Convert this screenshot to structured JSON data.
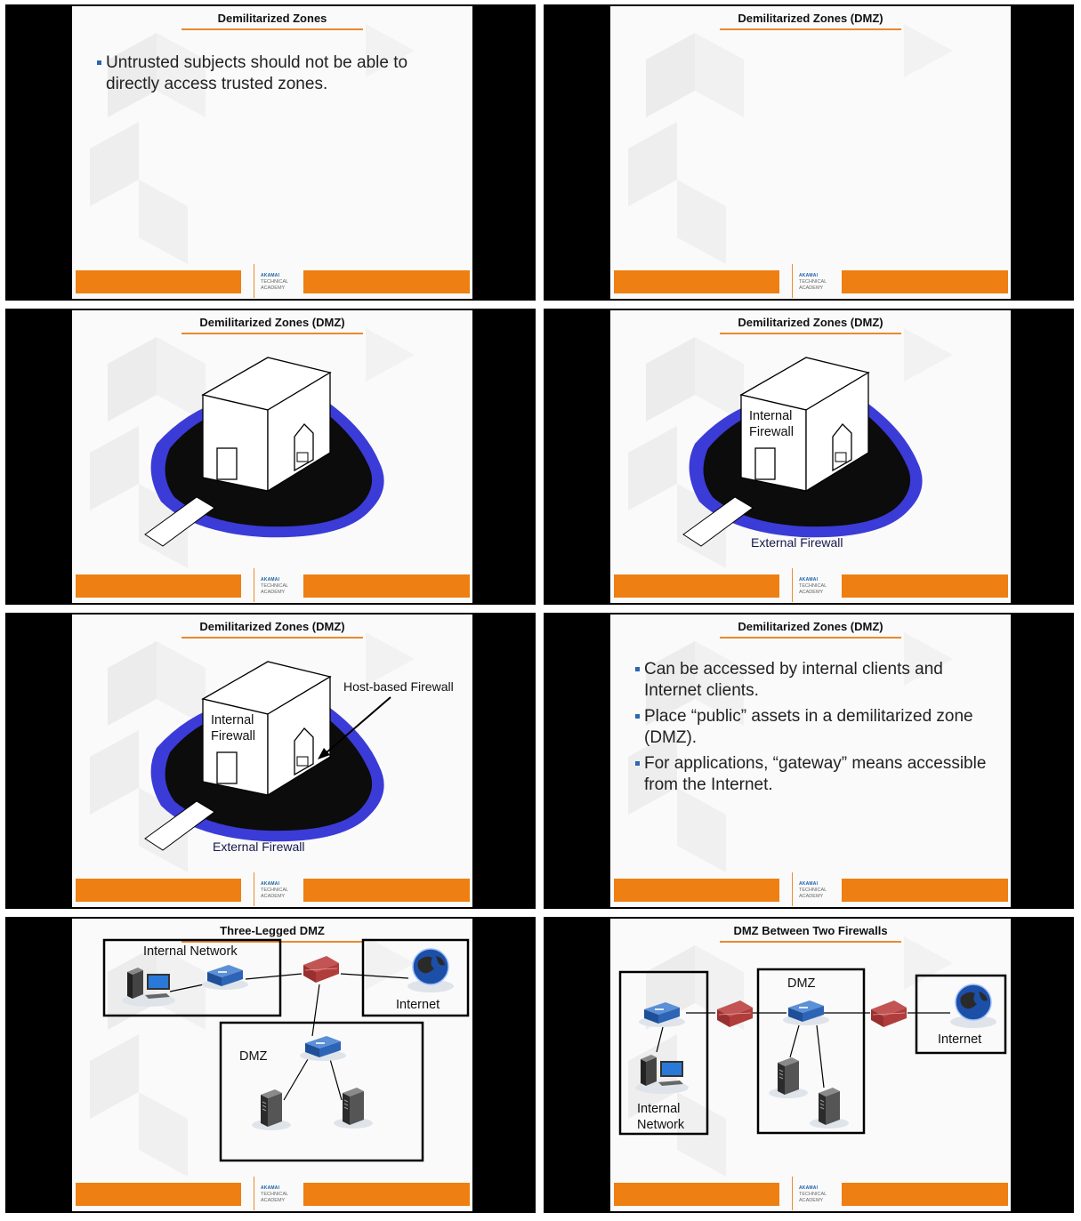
{
  "logo": {
    "line1": "AKAMAI",
    "line2": "TECHNICAL",
    "line3": "ACADEMY"
  },
  "colors": {
    "accent_orange": "#ee7f12",
    "moat_blue": "#3b3bd8",
    "bullet_blue": "#2d66b3"
  },
  "slides": [
    {
      "title": "Demilitarized Zones",
      "bullets": [
        "Untrusted subjects should not be able to directly access trusted zones."
      ]
    },
    {
      "title": "Demilitarized Zones (DMZ)"
    },
    {
      "title": "Demilitarized Zones (DMZ)"
    },
    {
      "title": "Demilitarized Zones (DMZ)",
      "labels": {
        "internal": "Internal Firewall",
        "external": "External Firewall"
      }
    },
    {
      "title": "Demilitarized Zones (DMZ)",
      "labels": {
        "internal": "Internal Firewall",
        "external": "External Firewall",
        "host": "Host-based Firewall"
      }
    },
    {
      "title": "Demilitarized Zones (DMZ)",
      "bullets": [
        "Can be accessed by internal clients and Internet clients.",
        "Place “public” assets in a demilitarized zone (DMZ).",
        "For applications, “gateway” means accessible from the Internet."
      ]
    },
    {
      "title": "Three-Legged DMZ",
      "labels": {
        "internal_network": "Internal Network",
        "internet": "Internet",
        "dmz": "DMZ"
      }
    },
    {
      "title": "DMZ Between Two Firewalls",
      "labels": {
        "dmz": "DMZ",
        "internet": "Internet",
        "internal_network": "Internal Network"
      }
    }
  ]
}
